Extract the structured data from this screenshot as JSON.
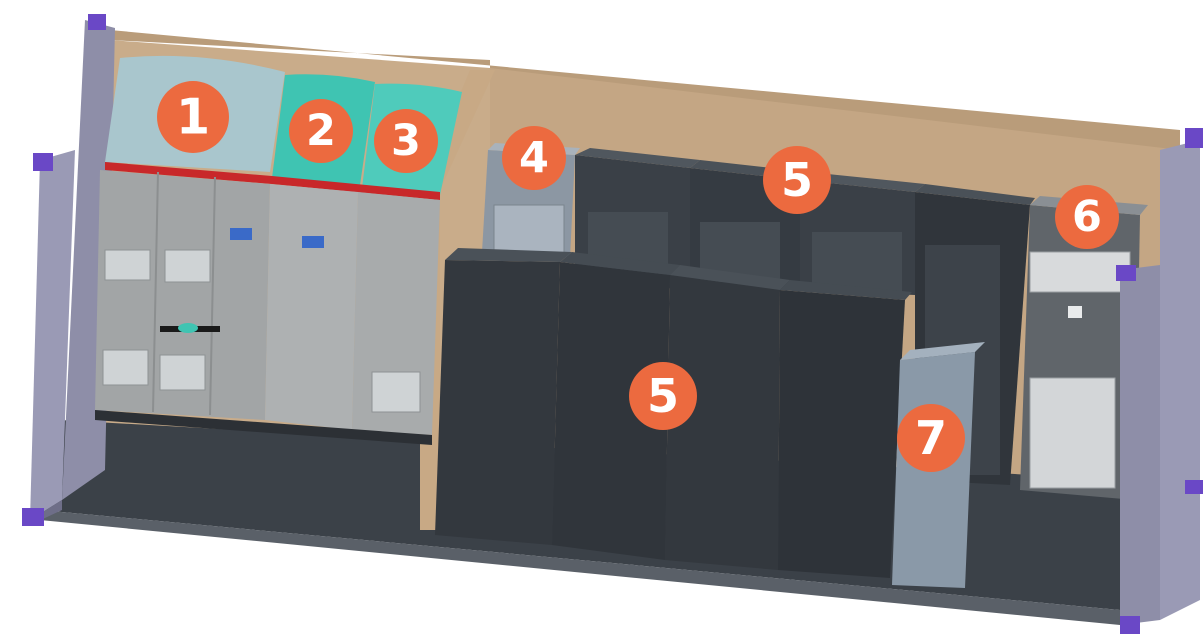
{
  "callouts": [
    {
      "id": "1",
      "label": "1"
    },
    {
      "id": "2",
      "label": "2"
    },
    {
      "id": "3",
      "label": "3"
    },
    {
      "id": "4",
      "label": "4"
    },
    {
      "id": "5a",
      "label": "5"
    },
    {
      "id": "5b",
      "label": "5"
    },
    {
      "id": "6",
      "label": "6"
    },
    {
      "id": "7",
      "label": "7"
    }
  ],
  "colors": {
    "callout_fill": "#ec6a3f",
    "callout_text": "#ffffff",
    "back_wall": "#c9ac8a",
    "floor": "#3b4148",
    "frame": "#8e8ea8",
    "corner_cast": "#6a48c6",
    "switchgear_body": "#a2a5a6",
    "switchgear_top_1": "#a9c6cd",
    "switchgear_top_teal": "#3fc4b2",
    "red_stripe": "#c8282a",
    "cabinet_dark": "#33383e",
    "cabinet_side": "#2a2f34",
    "ac_unit": "#60656a",
    "panel_7": "#8a99a8"
  }
}
